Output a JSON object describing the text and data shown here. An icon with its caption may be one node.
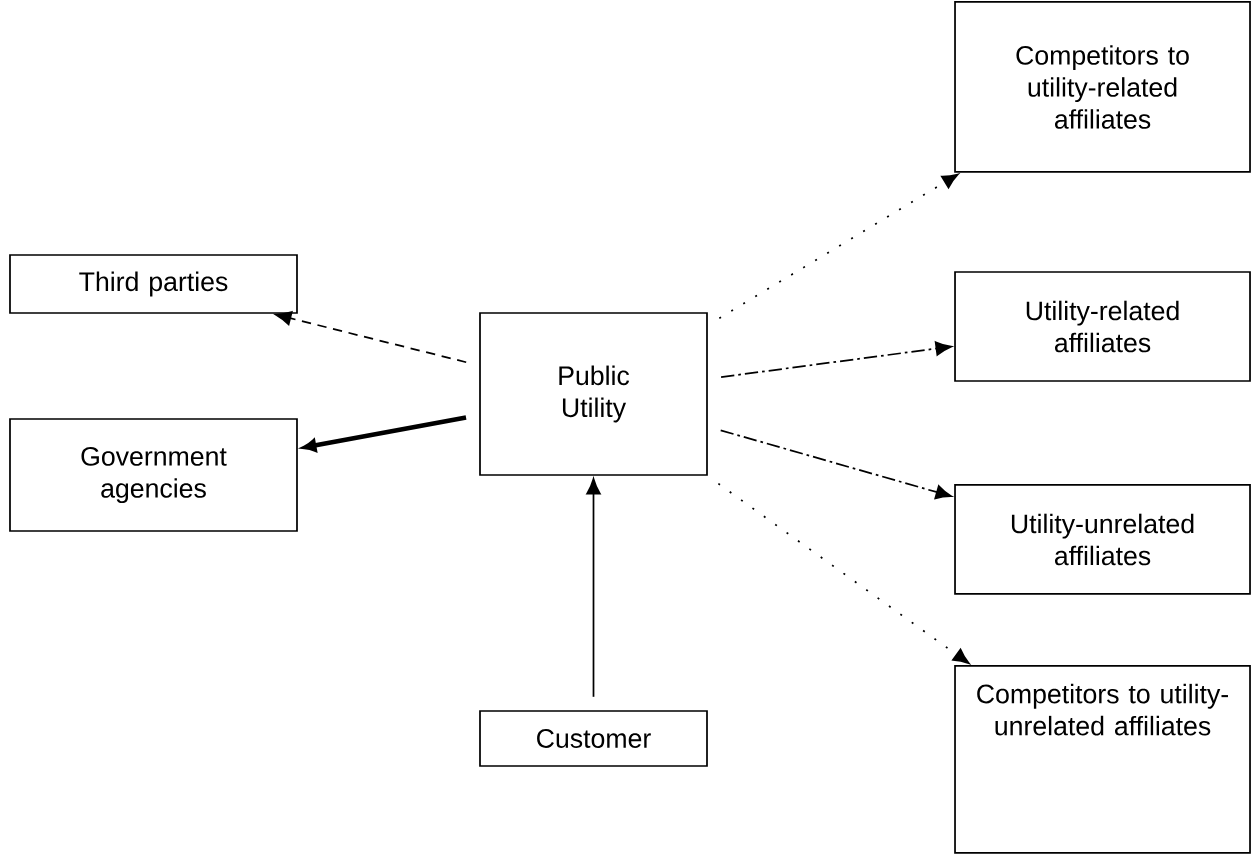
{
  "diagram": {
    "nodes": [
      {
        "text": [
          "Public Utility"
        ]
      },
      {
        "text": [
          "Third parties"
        ]
      },
      {
        "text": [
          "Government agencies"
        ]
      },
      {
        "text": [
          "Customer"
        ]
      },
      {
        "text": [
          "Competitors to utility-related affiliates"
        ]
      },
      {
        "text": [
          "Utility-related affiliates"
        ]
      },
      {
        "text": [
          "Utility-unrelated affiliates"
        ]
      },
      {
        "text": [
          "Competitors to utility-unrelated affiliates"
        ]
      }
    ],
    "edges": [
      {
        "from": 0,
        "to": 1,
        "arrow": "to",
        "style": "dashed"
      },
      {
        "from": 0,
        "to": 2,
        "arrow": "to",
        "style": "thick"
      },
      {
        "from": 3,
        "to": 0,
        "arrow": "to"
      },
      {
        "from": 0,
        "to": 4,
        "arrow": "to",
        "style": "dashed"
      },
      {
        "from": 0,
        "to": 5,
        "arrow": "to",
        "style": "dashed"
      },
      {
        "from": 0,
        "to": 6,
        "arrow": "to",
        "style": "dashed"
      },
      {
        "from": 0,
        "to": 7,
        "arrow": "to",
        "style": "dashed"
      }
    ]
  }
}
